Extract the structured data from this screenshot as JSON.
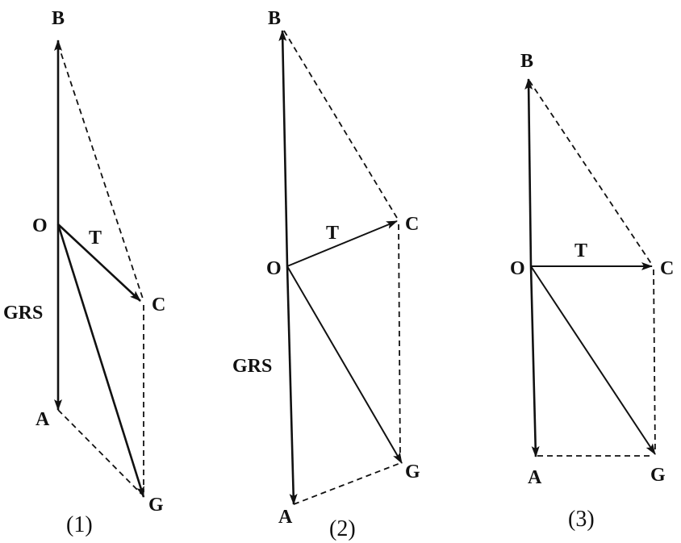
{
  "diagrams": [
    {
      "caption": "(1)",
      "labels": {
        "B": "B",
        "O": "O",
        "C": "C",
        "A": "A",
        "G": "G",
        "T": "T",
        "GRS": "GRS"
      }
    },
    {
      "caption": "(2)",
      "labels": {
        "B": "B",
        "O": "O",
        "C": "C",
        "A": "A",
        "G": "G",
        "T": "T",
        "GRS": "GRS"
      }
    },
    {
      "caption": "(3)",
      "labels": {
        "B": "B",
        "O": "O",
        "C": "C",
        "A": "A",
        "G": "G",
        "T": "T"
      }
    }
  ],
  "colors": {
    "ink": "#111111",
    "background": "#ffffff"
  }
}
